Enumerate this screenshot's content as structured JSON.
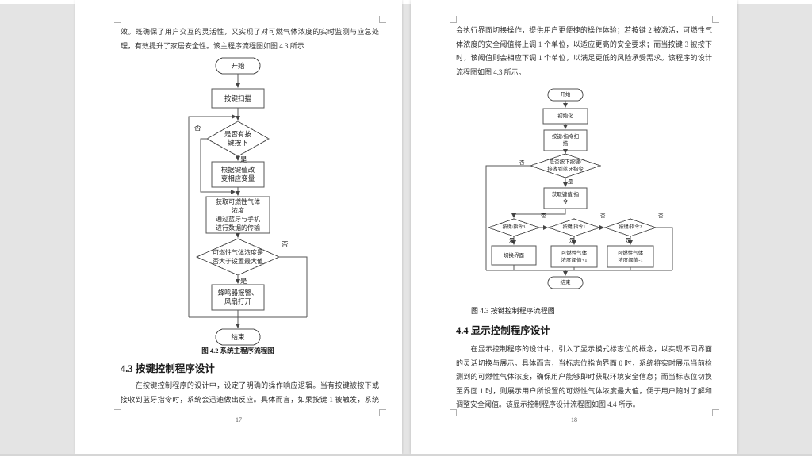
{
  "viewer": {
    "page1_number": "17",
    "page2_number": "18",
    "background_color": "#e4e4e4",
    "page_color": "#ffffff",
    "line_color": "#555555"
  },
  "page1": {
    "para_top": [
      "效。既确保了用户交互的灵活性，又实现了对可燃气体浓度的实时监测与应急处",
      "理，有效提升了家居安全性。该主程序流程图如图 4.3 所示"
    ],
    "flowchart": {
      "start": "开始",
      "scan": "按键扫描",
      "d1": "是否有按\n键按下",
      "r2": "根据键值改\n变相应变量",
      "r3": "获取可燃性气体\n浓度\n通过蓝牙与手机\n进行数据的传输",
      "d2": "可燃性气体浓度是\n否大于设置最大值",
      "r4": "蜂鸣器报警、\n风扇打开",
      "end": "结束",
      "yes": "是",
      "no": "否"
    },
    "caption": "图 4.2 系统主程序流程图",
    "heading": "4.3 按键控制程序设计",
    "para_bottom": [
      "　　在按键控制程序的设计中，设定了明确的操作响应逻辑。当有按键被按下或",
      "接收到蓝牙指令时，系统会迅速做出反应。具体而言，如果按键 1 被触发，系统"
    ]
  },
  "page2": {
    "para_top": [
      "会执行界面切换操作，提供用户更便捷的操作体验；若按键 2 被激活，可燃性气",
      "体浓度的安全阈值将上调 1 个单位，以适应更高的安全要求；而当按键 3 被按下",
      "时，该阈值则会相应下调 1 个单位，以满足更低的风险承受需求。该程序的设计",
      "流程图如图 4.3 所示。"
    ],
    "flowchart": {
      "start": "开始",
      "init": "初始化",
      "scan": "按键/指令扫\n描",
      "d1": "是否按下按键/\n接收到蓝牙指令",
      "get": "获取键值/指\n令",
      "d2": "按键/指令3",
      "d3": "按键/指令1",
      "d4": "按键/指令2",
      "b1": "切换界面",
      "b2": "可燃性气体\n浓度阈值+1",
      "b3": "可燃性气体\n浓度阈值-1",
      "end": "结束",
      "yes": "是",
      "no": "否"
    },
    "caption": "图 4.3 按键控制程序流程图",
    "heading": "4.4 显示控制程序设计",
    "para_bottom": [
      "　　在显示控制程序的设计中，引入了显示模式标志位的概念，以实现不同界面",
      "的灵活切换与展示。具体而言，当标志位指向界面 0 时，系统将实时展示当前检",
      "测到的可燃性气体浓度，确保用户能够即时获取环境安全信息；而当标志位切换",
      "至界面 1 时，则展示用户所设置的可燃性气体浓度最大值，便于用户随时了解和",
      "调整安全阈值。该显示控制程序设计流程图如图 4.4 所示。"
    ]
  }
}
